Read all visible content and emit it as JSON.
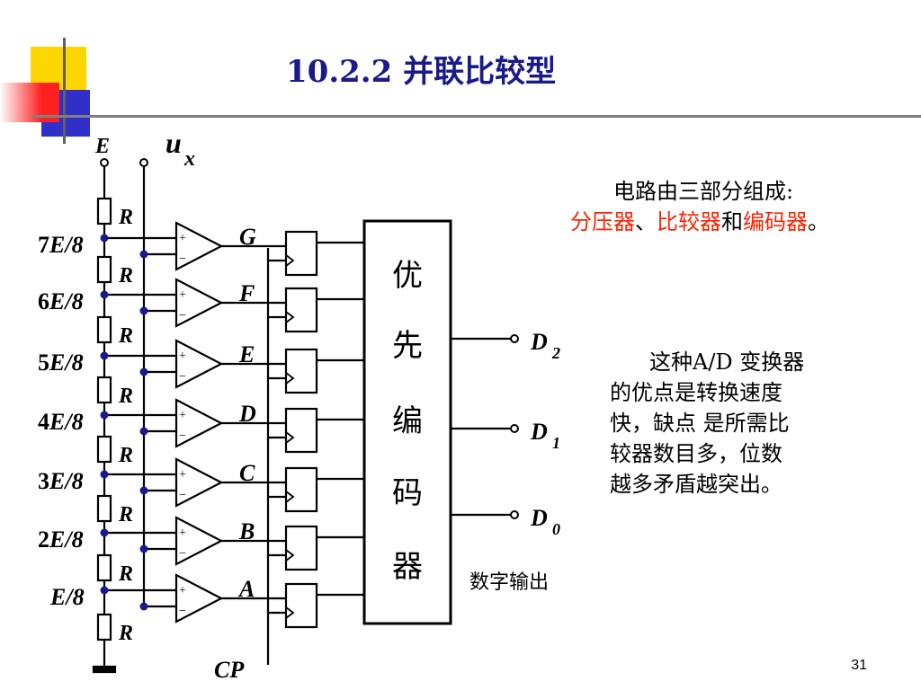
{
  "slide": {
    "title": "10.2.2  并联比较型",
    "page_number": "31"
  },
  "circuit": {
    "supply_label": "E",
    "input_label": "u",
    "input_subscript": "x",
    "resistor_label": "R",
    "tap_voltages": [
      {
        "prefix": "7",
        "main": "E/8"
      },
      {
        "prefix": "6",
        "main": "E/8"
      },
      {
        "prefix": "5",
        "main": "E/8"
      },
      {
        "prefix": "4",
        "main": "E/8"
      },
      {
        "prefix": "3",
        "main": "E/8"
      },
      {
        "prefix": "2",
        "main": "E/8"
      },
      {
        "prefix": "",
        "main": "E/8"
      }
    ],
    "comparator_outputs": [
      "G",
      "F",
      "E",
      "D",
      "C",
      "B",
      "A"
    ],
    "encoder_chars": [
      "优",
      "先",
      "编",
      "码",
      "器"
    ],
    "outputs": [
      {
        "letter": "D",
        "sub": "2"
      },
      {
        "letter": "D",
        "sub": "1"
      },
      {
        "letter": "D",
        "sub": "0"
      }
    ],
    "digital_output_label": "数字输出",
    "clock_label": "CP",
    "plus_sign": "+",
    "minus_sign": "−"
  },
  "description": {
    "line1": "电路由三部分组成:",
    "part1": "分压器",
    "sep1": "、",
    "part2": "比较器",
    "sep2": "和",
    "part3": "编码器",
    "end": "。"
  },
  "advantage": {
    "line1": "这种A/D 变换器",
    "line2": "的优点是转换速度",
    "line3": "快，缺点 是所需比",
    "line4": "较器数目多，位数",
    "line5": "越多矛盾越突出。"
  },
  "colors": {
    "title": "#1a1a8c",
    "highlight": "#ff2200",
    "deco_yellow": "#ffd700",
    "deco_red": "#ff2020",
    "deco_blue": "#3030c8"
  }
}
